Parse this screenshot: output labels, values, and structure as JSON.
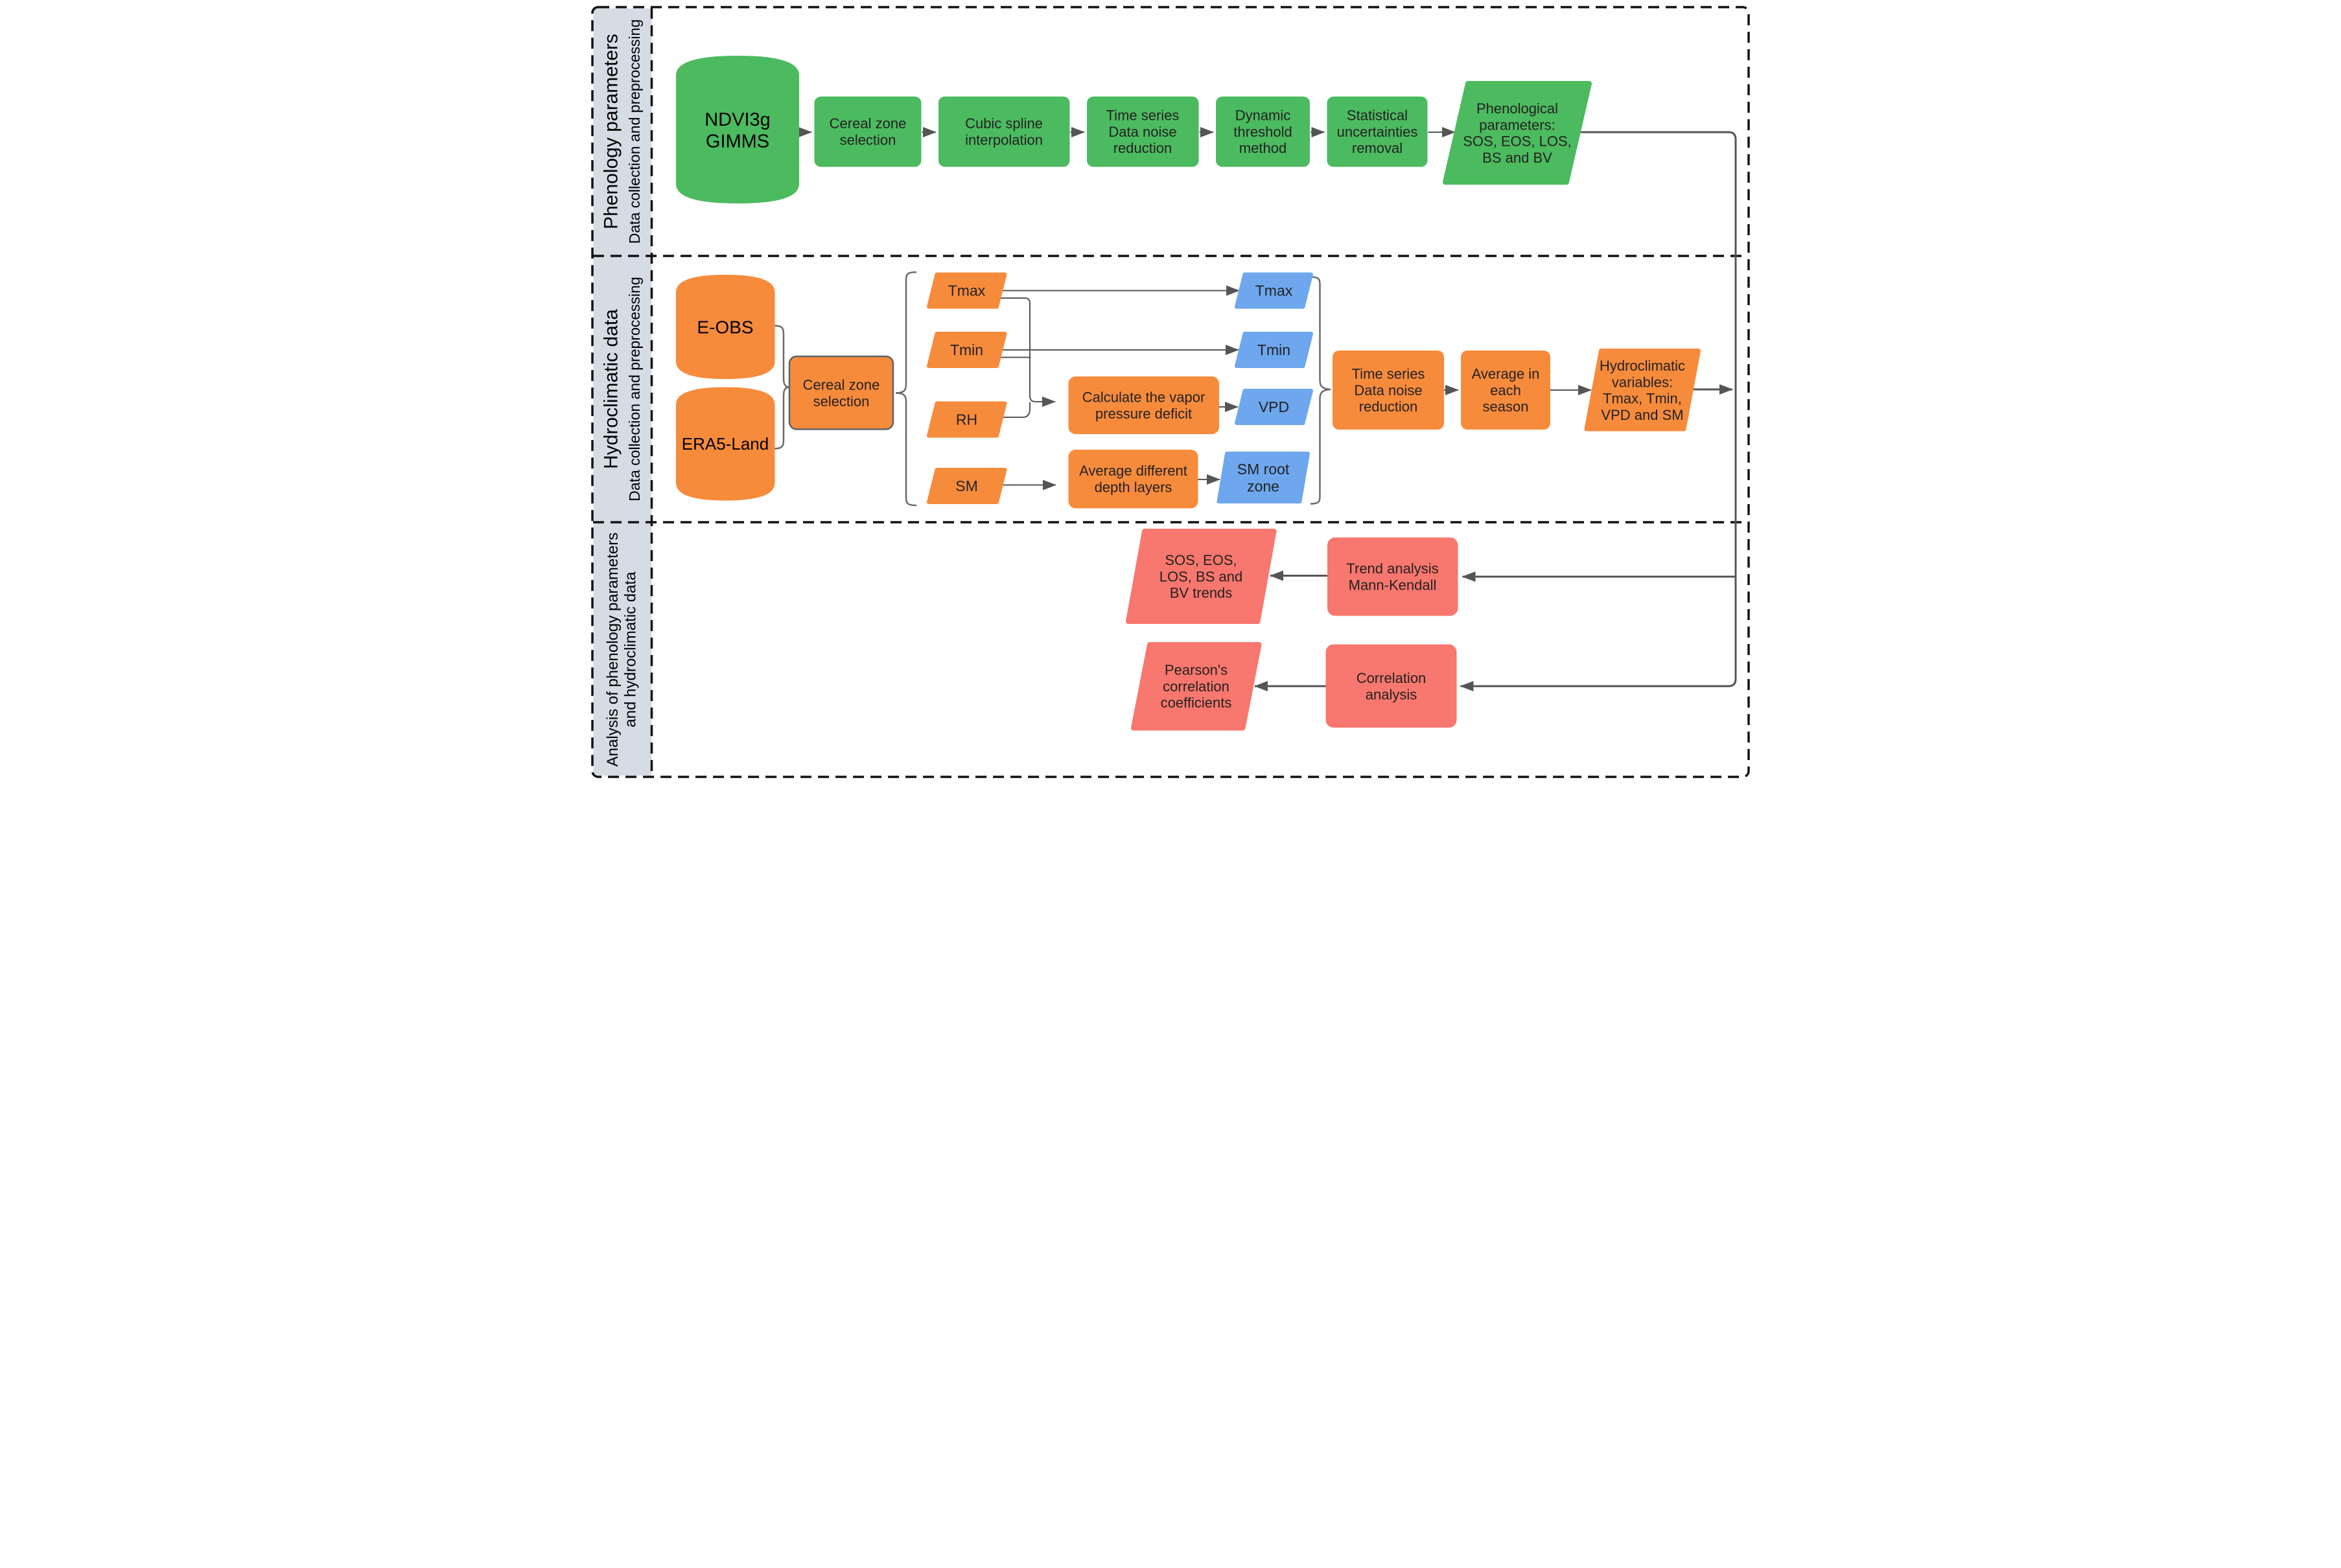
{
  "figure": {
    "type": "methodology-flowchart",
    "description": "Three-band workflow diagram for phenology and hydroclimatic data processing and analysis"
  },
  "colors": {
    "background": "#ffffff",
    "sidebar_fill": "#d6dce4",
    "border_dash": "#111111",
    "green": "#4cba5f",
    "orange": "#f78b3c",
    "blue": "#6ea7ee",
    "red": "#f8776e",
    "connector": "#555555",
    "brace": "#6b6b6b",
    "box_border_gray": "#5f6368"
  },
  "sections": [
    {
      "title": "Phenology parameters",
      "subtitle": "Data collection and preprocessing"
    },
    {
      "title": "Hydroclimatic data",
      "subtitle": "Data collection and preprocessing"
    },
    {
      "title": [
        "Analysis of phenology parameters",
        "and hydroclimatic data"
      ]
    }
  ],
  "phenology": {
    "source_db": [
      "NDVI3g",
      "GIMMS"
    ],
    "steps": {
      "cereal_zone": [
        "Cereal zone",
        "selection"
      ],
      "cubic_spline": [
        "Cubic spline",
        "interpolation"
      ],
      "noise_reduction": [
        "Time series",
        "Data noise",
        "reduction"
      ],
      "dynamic_threshold": [
        "Dynamic",
        "threshold",
        "method"
      ],
      "uncertainties": [
        "Statistical",
        "uncertainties",
        "removal"
      ]
    },
    "output": [
      "Phenological",
      "parameters:",
      "SOS, EOS, LOS,",
      "BS and BV"
    ]
  },
  "hydroclimatic": {
    "source_db_1": "E-OBS",
    "source_db_2": "ERA5-Land",
    "cereal_zone": [
      "Cereal zone",
      "selection"
    ],
    "raw_variables": {
      "tmax": "Tmax",
      "tmin": "Tmin",
      "rh": "RH",
      "sm": "SM"
    },
    "vpd_step": [
      "Calculate the vapor",
      "pressure deficit"
    ],
    "sm_step": [
      "Average different",
      "depth layers"
    ],
    "derived_variables": {
      "tmax": "Tmax",
      "tmin": "Tmin",
      "vpd": "VPD",
      "sm_root": [
        "SM root",
        "zone"
      ]
    },
    "noise_reduction": [
      "Time series",
      "Data noise",
      "reduction"
    ],
    "season_average": [
      "Average in",
      "each",
      "season"
    ],
    "output": [
      "Hydroclimatic",
      "variables:",
      "Tmax, Tmin,",
      "VPD and SM"
    ]
  },
  "analysis": {
    "trend_step": [
      "Trend analysis",
      "Mann-Kendall"
    ],
    "trend_output": [
      "SOS, EOS,",
      "LOS, BS and",
      "BV trends"
    ],
    "correlation_step": [
      "Correlation",
      "analysis"
    ],
    "correlation_output": [
      "Pearson's",
      "correlation",
      "coefficients"
    ]
  }
}
